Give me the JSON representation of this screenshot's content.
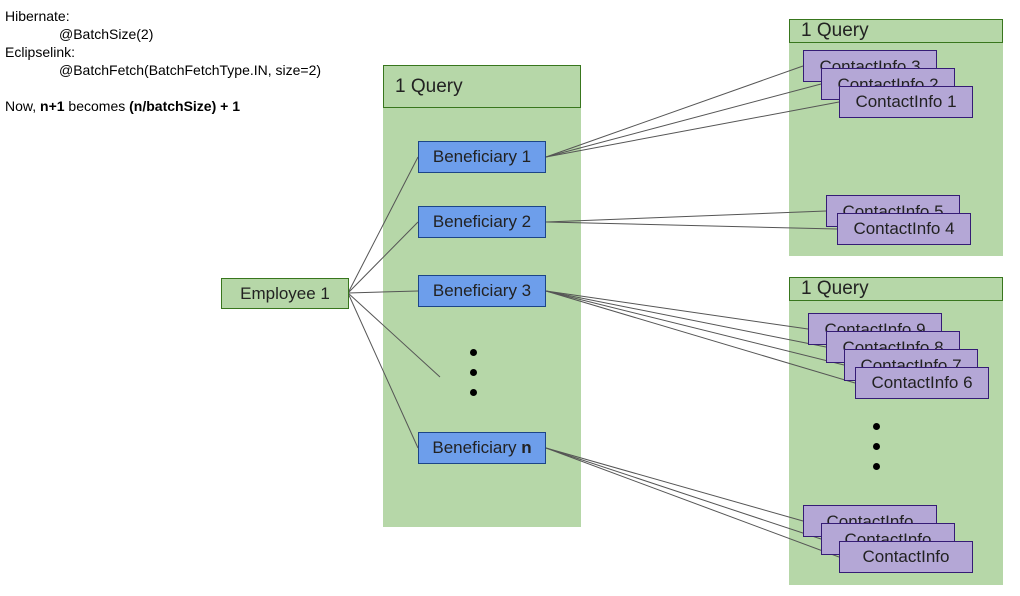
{
  "notes": {
    "hibernate_label": "Hibernate:",
    "hibernate_code": "@BatchSize(2)",
    "eclipselink_label": "Eclipselink:",
    "eclipselink_code": "@BatchFetch(BatchFetchType.IN, size=2)",
    "now_prefix": "Now, ",
    "now_n1": "n+1",
    "now_mid": " becomes ",
    "now_formula": "(n/batchSize) + 1"
  },
  "query_label": "1 Query",
  "employee": "Employee 1",
  "beneficiaries": {
    "b1": "Beneficiary 1",
    "b2": "Beneficiary 2",
    "b3": "Beneficiary 3",
    "bn_prefix": "Beneficiary ",
    "bn_bold": "n"
  },
  "contacts": {
    "c3": "ContactInfo 3",
    "c2": "ContactInfo 2",
    "c1": "ContactInfo 1",
    "c5": "ContactInfo 5",
    "c4": "ContactInfo 4",
    "c9": "ContactInfo 9",
    "c8": "ContactInfo 8",
    "c7": "ContactInfo 7",
    "c6": "ContactInfo 6",
    "cx": "ContactInfo"
  }
}
